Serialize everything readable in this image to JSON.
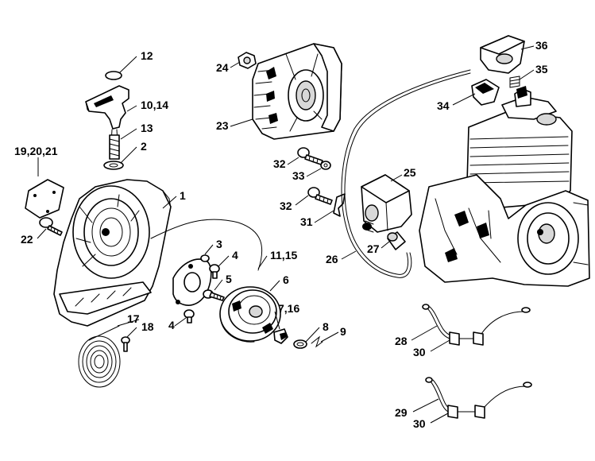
{
  "callouts": [
    {
      "id": "c12",
      "text": "12"
    },
    {
      "id": "c1014",
      "text": "10,14"
    },
    {
      "id": "c13",
      "text": "13"
    },
    {
      "id": "c2",
      "text": "2"
    },
    {
      "id": "c192021",
      "text": "19,20,21"
    },
    {
      "id": "c1",
      "text": "1"
    },
    {
      "id": "c22",
      "text": "22"
    },
    {
      "id": "c3",
      "text": "3"
    },
    {
      "id": "c4a",
      "text": "4"
    },
    {
      "id": "c5",
      "text": "5"
    },
    {
      "id": "c4b",
      "text": "4"
    },
    {
      "id": "c1115",
      "text": "11,15"
    },
    {
      "id": "c6",
      "text": "6"
    },
    {
      "id": "c716",
      "text": "7,16"
    },
    {
      "id": "c8",
      "text": "8"
    },
    {
      "id": "c9",
      "text": "9"
    },
    {
      "id": "c17",
      "text": "17"
    },
    {
      "id": "c18",
      "text": "18"
    },
    {
      "id": "c24",
      "text": "24"
    },
    {
      "id": "c23",
      "text": "23"
    },
    {
      "id": "c32a",
      "text": "32"
    },
    {
      "id": "c33",
      "text": "33"
    },
    {
      "id": "c25",
      "text": "25"
    },
    {
      "id": "c32b",
      "text": "32"
    },
    {
      "id": "c31",
      "text": "31"
    },
    {
      "id": "c26",
      "text": "26"
    },
    {
      "id": "c27",
      "text": "27"
    },
    {
      "id": "c36",
      "text": "36"
    },
    {
      "id": "c35",
      "text": "35"
    },
    {
      "id": "c34",
      "text": "34"
    },
    {
      "id": "c28",
      "text": "28"
    },
    {
      "id": "c30a",
      "text": "30"
    },
    {
      "id": "c29",
      "text": "29"
    },
    {
      "id": "c30b",
      "text": "30"
    }
  ]
}
